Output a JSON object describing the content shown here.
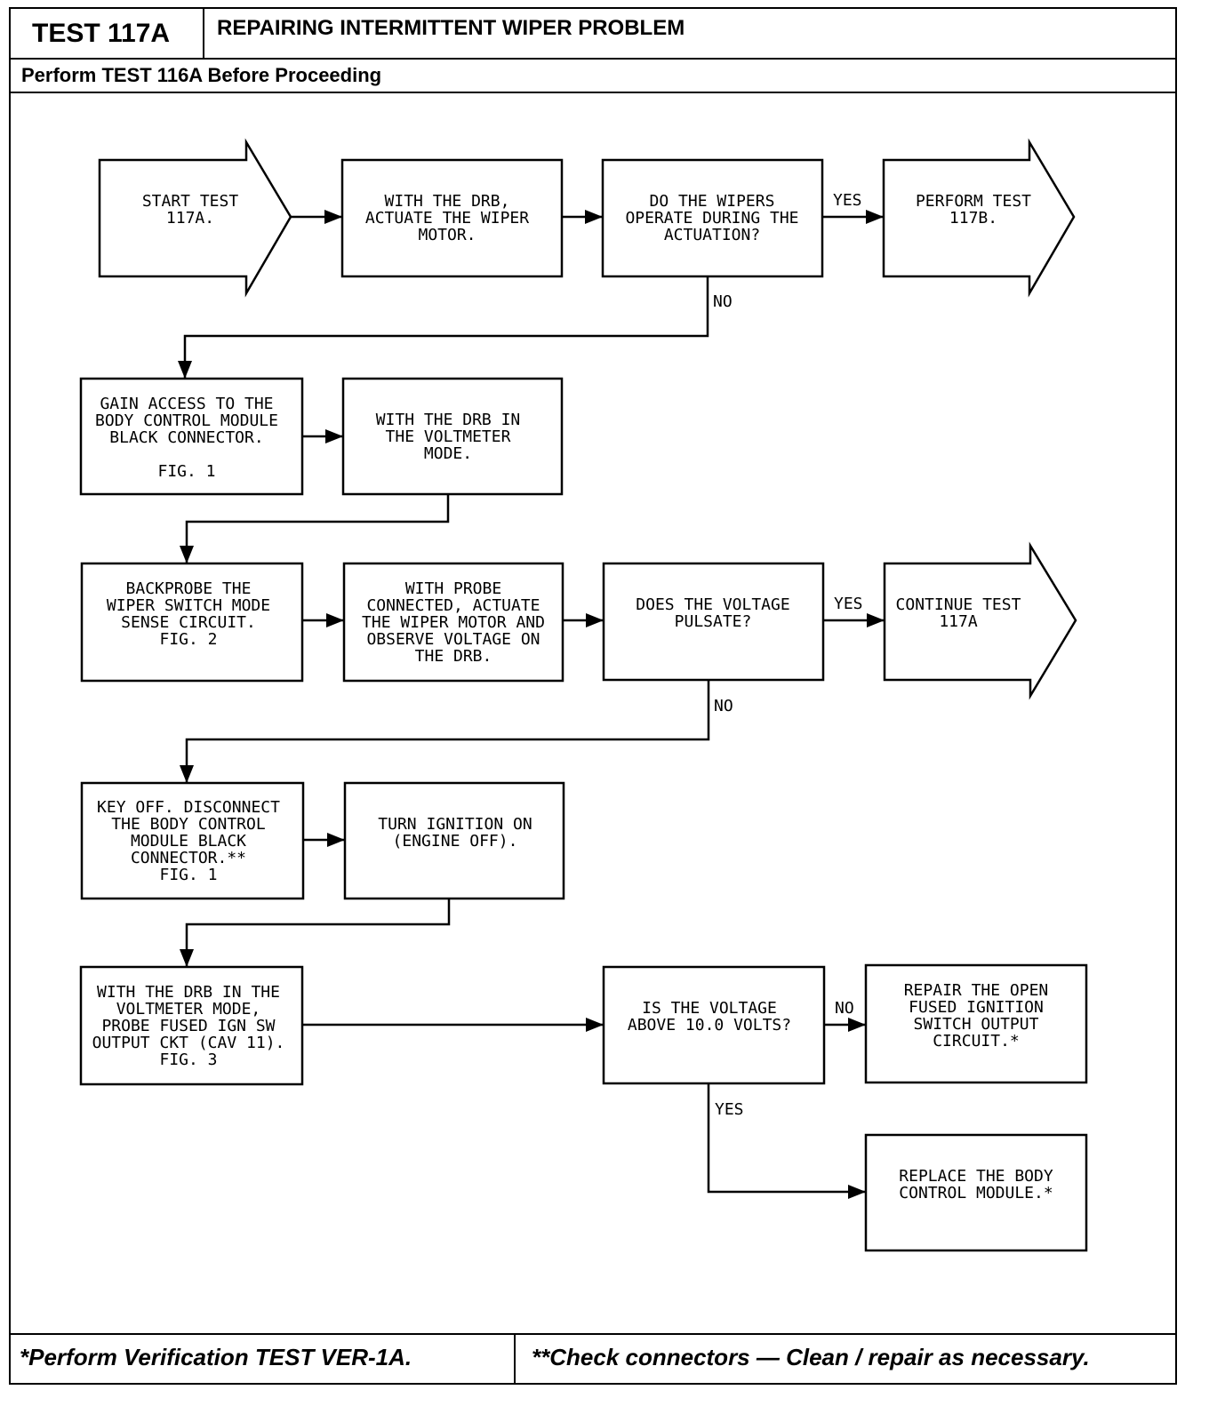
{
  "header": {
    "test_id": "TEST 117A",
    "title": "REPAIRING INTERMITTENT WIPER PROBLEM",
    "prerequisite": "Perform TEST 116A Before Proceeding"
  },
  "nodes": {
    "start": [
      "START TEST",
      "117A."
    ],
    "actuate": [
      "WITH THE DRB,",
      "ACTUATE THE WIPER",
      "MOTOR."
    ],
    "wipers_q": [
      "DO THE WIPERS",
      "OPERATE DURING THE",
      "ACTUATION?"
    ],
    "perform_117b": [
      "PERFORM TEST",
      "117B."
    ],
    "gain_access": [
      "GAIN ACCESS TO THE",
      "BODY CONTROL MODULE",
      "BLACK CONNECTOR.",
      "",
      "FIG. 1"
    ],
    "voltmeter_mode": [
      "WITH THE DRB IN",
      "THE VOLTMETER",
      "MODE."
    ],
    "backprobe": [
      "BACKPROBE THE",
      "WIPER SWITCH MODE",
      "SENSE CIRCUIT.",
      "FIG. 2"
    ],
    "observe": [
      "WITH PROBE",
      "CONNECTED, ACTUATE",
      "THE WIPER MOTOR AND",
      "OBSERVE VOLTAGE ON",
      "THE DRB."
    ],
    "pulsate_q": [
      "DOES THE VOLTAGE",
      "PULSATE?"
    ],
    "continue_117a": [
      "CONTINUE TEST",
      "117A"
    ],
    "key_off": [
      "KEY OFF. DISCONNECT",
      "THE BODY CONTROL",
      "MODULE BLACK",
      "CONNECTOR.**",
      "FIG. 1"
    ],
    "ignition_on": [
      "TURN IGNITION ON",
      "(ENGINE OFF)."
    ],
    "probe_fused": [
      "WITH THE DRB IN THE",
      "VOLTMETER MODE,",
      "PROBE FUSED IGN SW",
      "OUTPUT CKT (CAV 11).",
      "FIG. 3"
    ],
    "voltage_q": [
      "IS THE VOLTAGE",
      "ABOVE 10.0 VOLTS?"
    ],
    "repair_open": [
      "REPAIR THE OPEN",
      "FUSED IGNITION",
      "SWITCH OUTPUT",
      "CIRCUIT.*"
    ],
    "replace_bcm": [
      "REPLACE THE BODY",
      "CONTROL MODULE.*"
    ]
  },
  "edge_labels": {
    "yes1": "YES",
    "no1": "NO",
    "yes2": "YES",
    "no2": "NO",
    "no3": "NO",
    "yes3": "YES"
  },
  "footer": {
    "left": "*Perform Verification TEST VER-1A.",
    "right": "**Check connectors — Clean / repair as necessary."
  }
}
